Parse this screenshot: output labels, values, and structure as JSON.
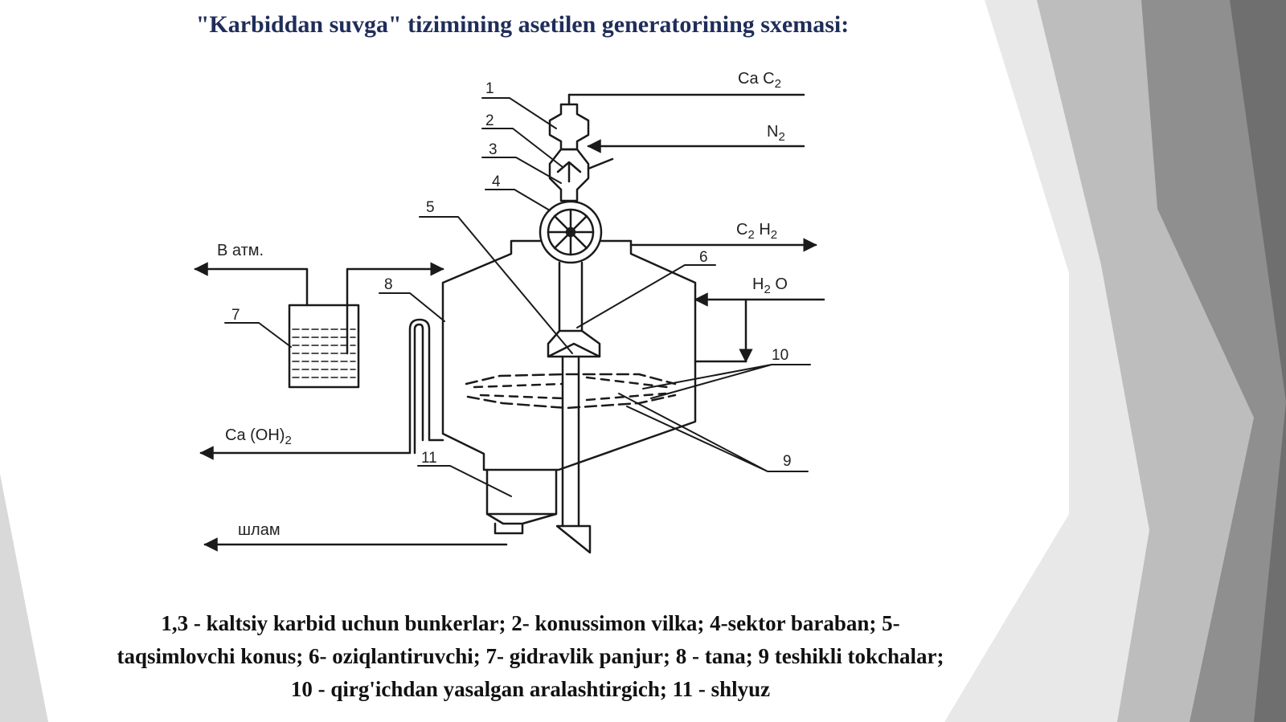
{
  "slide": {
    "title": "\"Karbiddan suvga\" tizimining asetilen generatorining sxemasi:",
    "caption": "1,3 - kaltsiy karbid uchun bunkerlar; 2- konussimon vilka; 4-sektor baraban; 5- taqsimlovchi konus; 6- oziqlantiruvchi; 7- gidravlik panjur; 8 - tana; 9 teshikli tokchalar; 10 - qirg'ichdan yasalgan aralashtirgich; 11 - shlyuz"
  },
  "diagram": {
    "flows": {
      "cac2": {
        "main": "Ca C",
        "sub": "2"
      },
      "n2": {
        "main": "N",
        "sub": "2"
      },
      "c2h2": {
        "p1": "C",
        "s1": "2",
        "p2": " H",
        "s2": "2"
      },
      "h2o": {
        "p1": "H",
        "s1": "2",
        "p2": " O"
      },
      "atm": "B  атм.",
      "caoh2": {
        "main": "Ca (OH)",
        "sub": "2"
      },
      "shlam": "шлам"
    },
    "numbers": [
      "1",
      "2",
      "3",
      "4",
      "5",
      "6",
      "7",
      "8",
      "9",
      "10",
      "11"
    ]
  },
  "colors": {
    "title": "#1f2d5a",
    "text": "#111111",
    "line": "#1a1a1a"
  }
}
